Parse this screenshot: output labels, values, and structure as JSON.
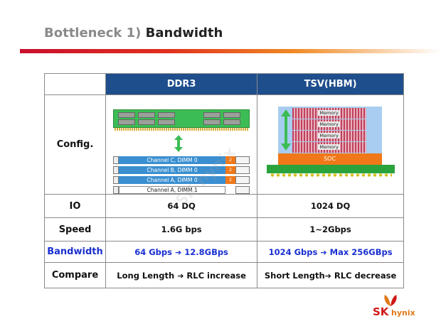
{
  "title": {
    "prefix": "Bottleneck 1)",
    "main": "Bandwidth"
  },
  "table": {
    "headers": [
      "DDR3",
      "TSV(HBM)"
    ],
    "rows": {
      "config": {
        "label": "Config."
      },
      "io": {
        "label": "IO",
        "ddr3": "64 DQ",
        "hbm": "1024 DQ"
      },
      "speed": {
        "label": "Speed",
        "ddr3": "1.6G bps",
        "hbm": "1~2Gbps"
      },
      "bandwidth": {
        "label": "Bandwidth",
        "ddr3_a": "64 Gbps",
        "ddr3_b": "12.8GBps",
        "hbm_a": "1024 Gbps",
        "hbm_b": "Max 256GBps"
      },
      "compare": {
        "label": "Compare",
        "ddr3_a": "Long Length",
        "ddr3_b": "RLC increase",
        "hbm_a": "Short Length",
        "hbm_b": "RLC decrease"
      }
    },
    "arrow": "➔"
  },
  "ddr3_diagram": {
    "channels": [
      {
        "label": "Channel C, DIMM 0",
        "gb": "2 GB"
      },
      {
        "label": "Channel B, DIMM 0",
        "gb": "2 GB"
      },
      {
        "label": "Channel A, DIMM 0",
        "gb": "2 GB"
      },
      {
        "label": "Channel A, DIMM 1",
        "gb": ""
      }
    ]
  },
  "hbm_diagram": {
    "layers": [
      "Memory",
      "Memory",
      "Memory",
      "Memory"
    ],
    "soc": "SOC"
  },
  "watermark": "SK hynix",
  "logo": {
    "sk": "SK",
    "hynix": "hynix"
  },
  "colors": {
    "header_bg": "#1f4e8c",
    "bandwidth_text": "#1a2fd0",
    "accent_red": "#d01818",
    "accent_orange": "#f07818",
    "green": "#3cbc54"
  }
}
